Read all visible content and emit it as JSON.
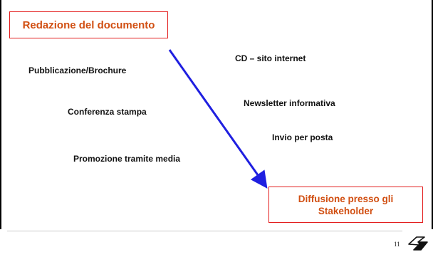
{
  "diagram": {
    "source_box": "Redazione del documento",
    "target_box_line1": "Diffusione presso gli",
    "target_box_line2": "Stakeholder",
    "channels": {
      "pubblicazione": "Pubblicazione/Brochure",
      "conferenza": "Conferenza stampa",
      "promozione": "Promozione tramite media",
      "cd_sito": "CD – sito internet",
      "newsletter": "Newsletter informativa",
      "invio_posta": "Invio per posta"
    }
  },
  "footer": {
    "page_number": "11"
  },
  "colors": {
    "box_border": "#e31e1e",
    "box_text": "#d14f12",
    "arrow": "#1f1fe0",
    "label_text": "#111111"
  }
}
